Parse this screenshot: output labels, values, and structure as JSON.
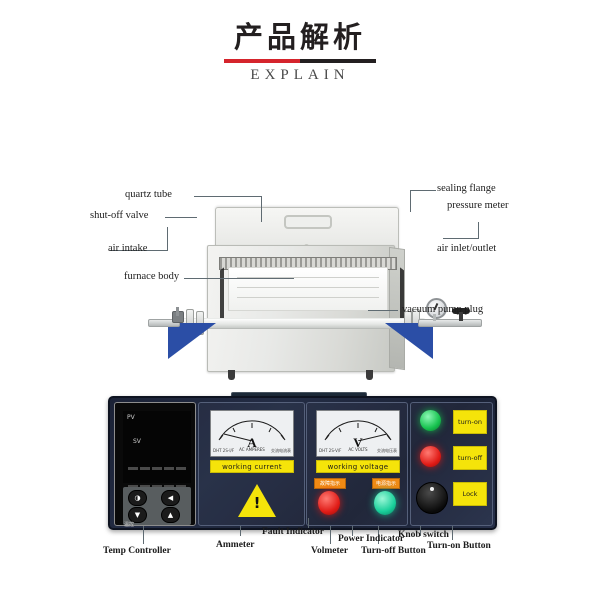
{
  "header": {
    "title_cn": "产品解析",
    "title_en": "EXPLAIN"
  },
  "photo_callouts": [
    {
      "id": "quartz-tube",
      "label": "quartz tube"
    },
    {
      "id": "shut-off-valve",
      "label": "shut-off valve"
    },
    {
      "id": "air-intake",
      "label": "air intake"
    },
    {
      "id": "furnace-body",
      "label": "furnace body"
    },
    {
      "id": "sealing-flange",
      "label": "sealing flange"
    },
    {
      "id": "pressure-meter",
      "label": "pressure meter"
    },
    {
      "id": "air-inlet-outlet",
      "label": "air inlet/outlet"
    },
    {
      "id": "vacuum-pump-plug",
      "label": "vacuum pump plug"
    }
  ],
  "control_panel": {
    "temp_controller": {
      "pv_label": "PV",
      "sv_label": "SV",
      "brand": "温控",
      "keys": [
        {
          "id": "power-set-key",
          "glyph": "◑"
        },
        {
          "id": "shift-key",
          "glyph": "◀"
        },
        {
          "id": "down-key",
          "glyph": "▼"
        },
        {
          "id": "up-key",
          "glyph": "▲"
        }
      ]
    },
    "ammeter": {
      "unit": "A",
      "sub": "AC AMPERES",
      "scale": [
        "0",
        "10",
        "20",
        "30",
        "40",
        "50"
      ],
      "brand_left": "DHT 2S-I/F",
      "brand_right": "交流电流表"
    },
    "voltmeter": {
      "unit": "V",
      "sub": "AC VOLTS",
      "scale": [
        "0",
        "100",
        "200",
        "300",
        "400",
        "500"
      ],
      "brand_left": "DHT 2S-V/F",
      "brand_right": "交流电压表"
    },
    "yellow_labels": {
      "current": "working current",
      "voltage": "working voltage"
    },
    "orange_tags": {
      "fault": "故障指示",
      "power": "电源指示"
    },
    "warning_glyph": "!",
    "switch_tags": {
      "turn_on": "turn-on",
      "turn_off": "turn-off",
      "lock": "Lock"
    }
  },
  "panel_callouts": [
    {
      "id": "temp-controller",
      "label": "Temp Controller"
    },
    {
      "id": "ammeter",
      "label": "Ammeter"
    },
    {
      "id": "fault-indicator",
      "label": "Fault Indicator"
    },
    {
      "id": "volmeter",
      "label": "Volmeter"
    },
    {
      "id": "power-indicator",
      "label": "Power Indicator"
    },
    {
      "id": "turn-off-button",
      "label": "Turn-off Button"
    },
    {
      "id": "knob-switch",
      "label": "Knob switch"
    },
    {
      "id": "turn-on-button",
      "label": "Turn-on Button"
    }
  ],
  "colors": {
    "accent_red": "#d5242c",
    "accent_black": "#231f20",
    "panel_navy": "#232c44",
    "warning_yellow": "#f5e40a",
    "bracket_blue": "#2b4ea6",
    "cone_fill": "#d9e6ea"
  }
}
